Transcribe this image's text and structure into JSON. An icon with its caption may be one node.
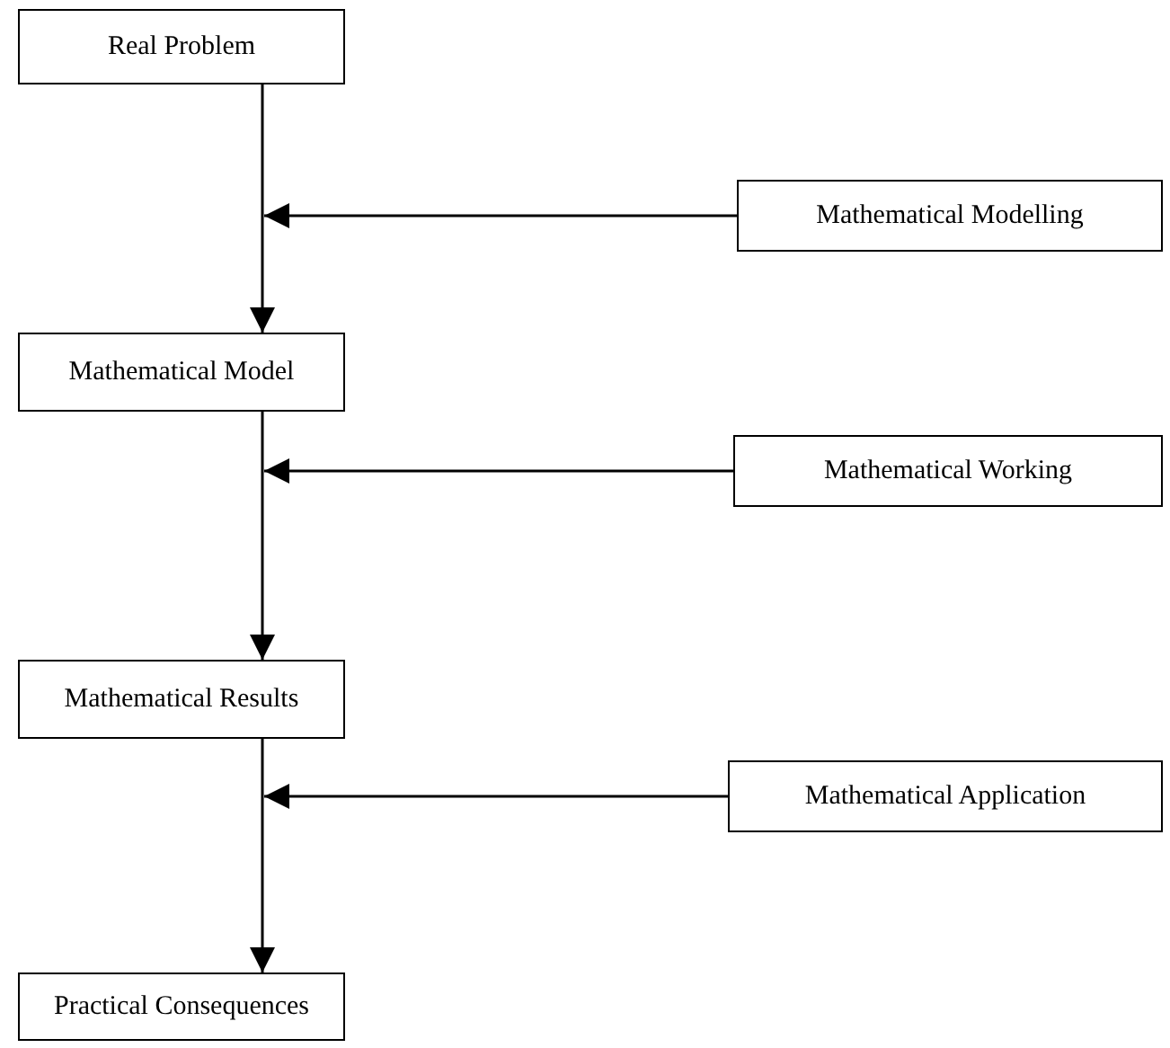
{
  "diagram": {
    "nodes": [
      {
        "text": [
          "Real Problem"
        ]
      },
      {
        "text": [
          "Mathematical Modelling"
        ]
      },
      {
        "text": [
          "Mathematical Model"
        ]
      },
      {
        "text": [
          "Mathematical Working"
        ]
      },
      {
        "text": [
          "Mathematical Results"
        ]
      },
      {
        "text": [
          "Mathematical Application"
        ]
      },
      {
        "text": [
          "Practical Consequences"
        ]
      }
    ],
    "edges": [
      {
        "from": 0,
        "to": 2,
        "arrow": "to"
      },
      {
        "from": 2,
        "to": 4,
        "arrow": "to"
      },
      {
        "from": 4,
        "to": 6,
        "arrow": "to"
      },
      {
        "from": 1,
        "to": null,
        "arrow": "to"
      },
      {
        "from": 3,
        "to": null,
        "arrow": "to"
      },
      {
        "from": 5,
        "to": null,
        "arrow": "to"
      }
    ]
  }
}
